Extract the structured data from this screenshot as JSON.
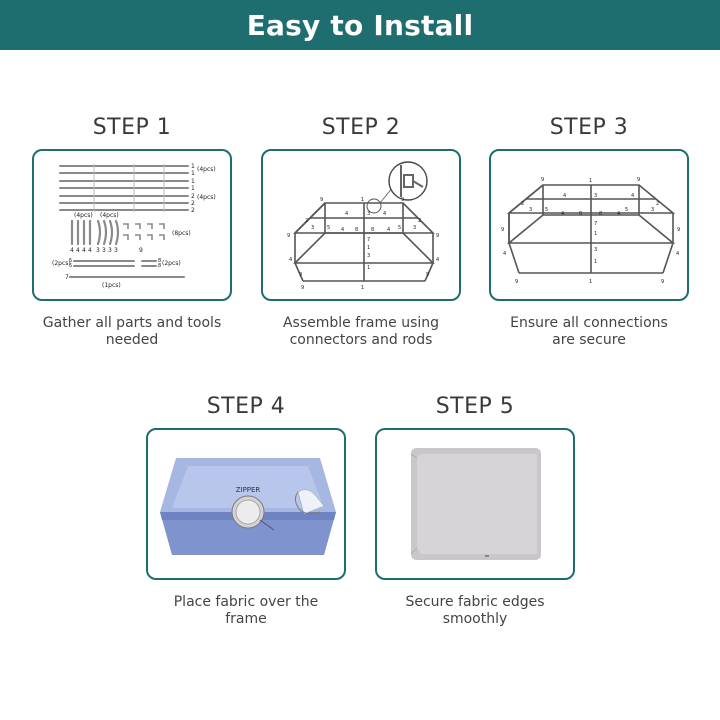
{
  "header": {
    "title": "Easy to Install"
  },
  "steps": [
    {
      "title": "STEP 1",
      "desc_line1": "Gather all parts and tools",
      "desc_line2": "needed"
    },
    {
      "title": "STEP 2",
      "desc_line1": "Assemble frame using",
      "desc_line2": "connectors and rods"
    },
    {
      "title": "STEP 3",
      "desc_line1": "Ensure all connections",
      "desc_line2": "are secure"
    },
    {
      "title": "STEP 4",
      "desc_line1": "Place fabric over the",
      "desc_line2": "frame"
    },
    {
      "title": "STEP 5",
      "desc_line1": "Secure fabric edges",
      "desc_line2": "smoothly"
    }
  ],
  "step1_labels": {
    "pcs4a": "(4pcs)",
    "pcs4b": "(4pcs)",
    "pcs4c": "(4pcs)",
    "pcs4d": "(4pcs)",
    "pcs8": "(8pcs)",
    "pcs2a": "(2pcs)",
    "pcs2b": "(2pcs)",
    "pcs1": "(1pcs)",
    "n1": "1",
    "n2": "2",
    "n4": "4",
    "n3": "3",
    "n5": "5",
    "n6": "6",
    "n7": "7",
    "n8": "8",
    "n9": "9"
  },
  "step4_labels": {
    "zipper": "ZIPPER"
  },
  "colors": {
    "teal": "#1e6e6f",
    "fabric_blue": "#7f93cf",
    "fabric_gray": "#c9c7cb"
  }
}
